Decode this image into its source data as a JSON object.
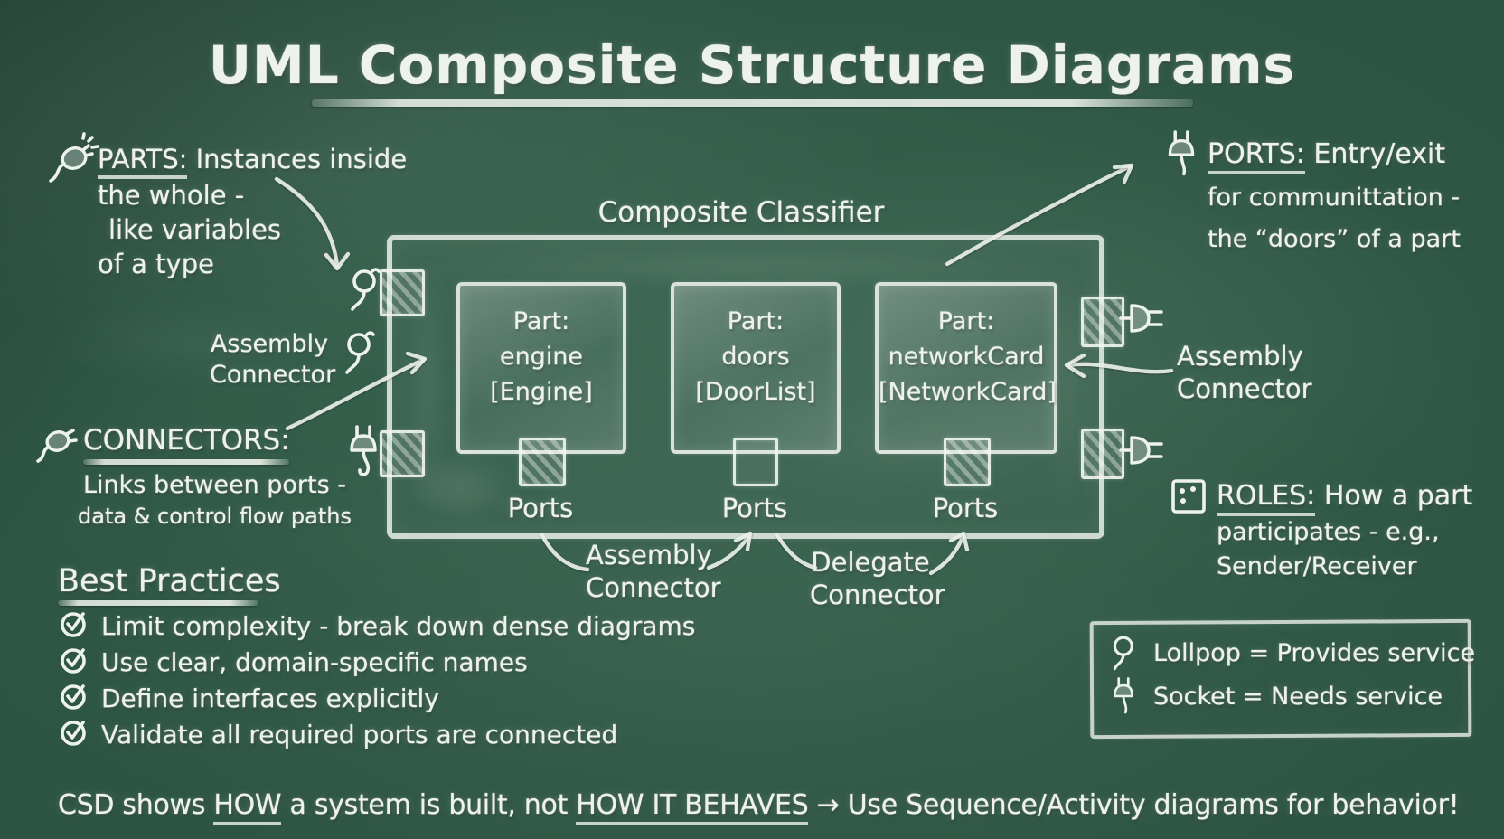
{
  "title": "UML Composite Structure Diagrams",
  "left": {
    "parts": {
      "term": "PARTS:",
      "after": "Instances inside",
      "line2": "the whole -",
      "line3": "like variables",
      "line4": "of a type"
    },
    "assembly_connector": {
      "line1": "Assembly",
      "line2": "Connector"
    },
    "connectors": {
      "term": "CONNECTORS:",
      "line2": "Links between ports -",
      "line3": "data & control flow paths"
    }
  },
  "diagram": {
    "classifier_label": "Composite Classifier",
    "parts": [
      {
        "title": "Part:",
        "name": "engine",
        "type": "[Engine]",
        "ports": "Ports"
      },
      {
        "title": "Part:",
        "name": "doors",
        "type": "[DoorList]",
        "ports": "Ports"
      },
      {
        "title": "Part:",
        "name": "networkCard",
        "type": "[NetworkCard]",
        "ports": "Ports"
      }
    ],
    "assembly_connector_bottom": {
      "line1": "Assembly",
      "line2": "Connector"
    },
    "delegate_connector": {
      "line1": "Delegate",
      "line2": "Connector"
    }
  },
  "right": {
    "ports": {
      "term": "PORTS:",
      "after": "Entry/exit",
      "line2": "for communittation -",
      "line3": "the “doors” of a part"
    },
    "assembly_connector": {
      "line1": "Assembly",
      "line2": "Connector"
    },
    "roles": {
      "term": "ROLES:",
      "after": "How a part",
      "line2": "participates - e.g.,",
      "line3": "Sender/Receiver"
    }
  },
  "best_practices": {
    "heading": "Best Practices",
    "items": [
      "Limit complexity - break down dense diagrams",
      "Use clear, domain-specific names",
      "Define interfaces explicitly",
      "Validate all required ports are connected"
    ]
  },
  "legend": {
    "lollipop_label": "Lollpop = Provides service",
    "socket_label": "Socket = Needs service"
  },
  "footer": {
    "pre": "CSD shows",
    "how": "HOW",
    "mid": "a system is built, not",
    "behaves": "HOW IT BEHAVES",
    "arrow": "→",
    "post": "Use Sequence/Activity diagrams for behavior!"
  },
  "colors": {
    "board": "#2d5342",
    "chalk": "#edf2ec"
  }
}
